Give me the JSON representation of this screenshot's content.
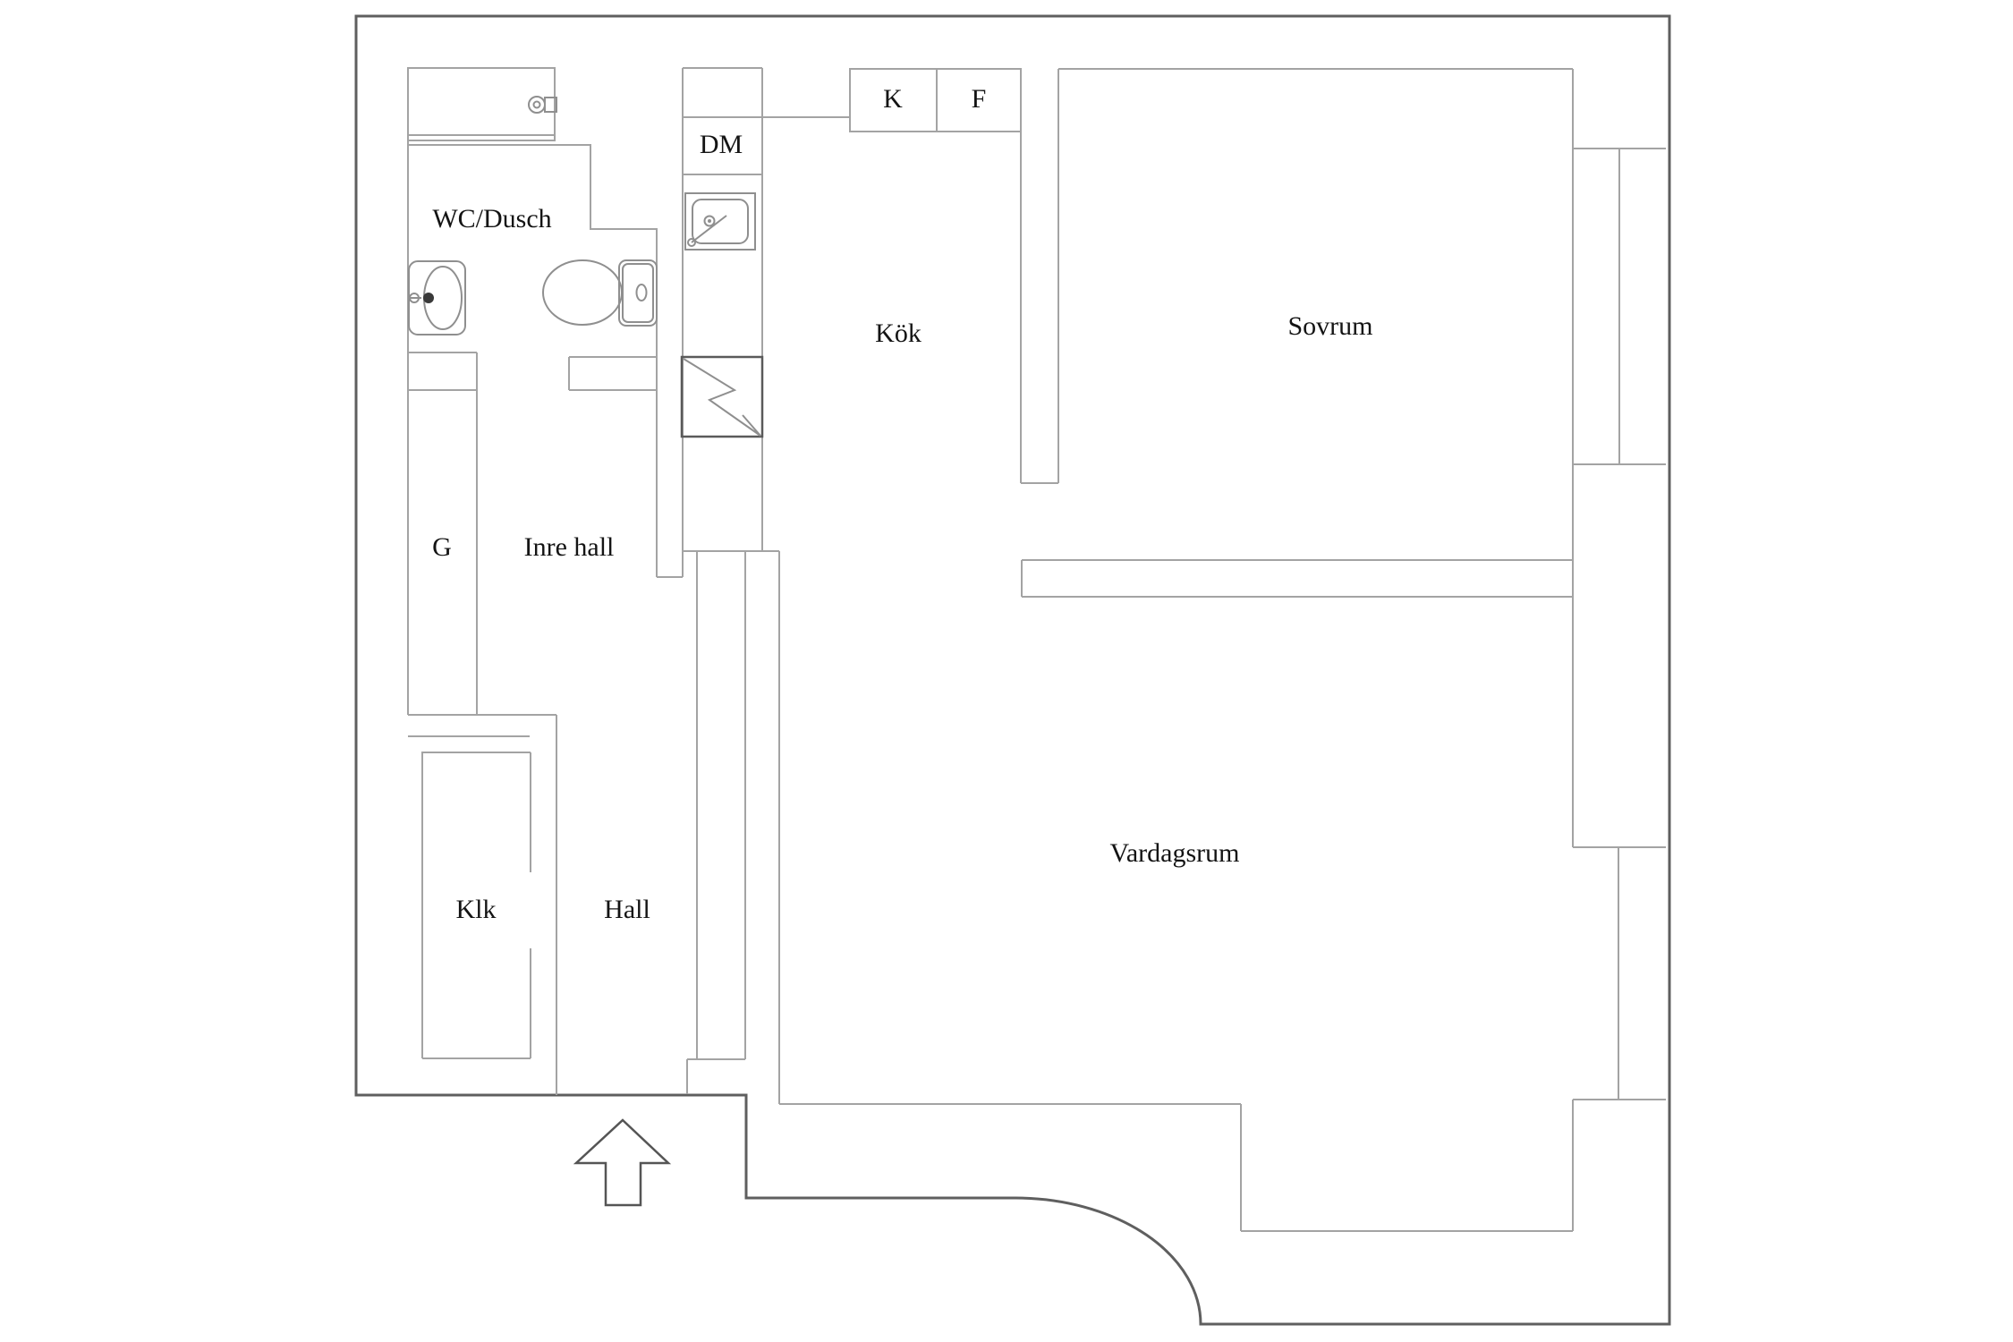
{
  "plan": {
    "kind": "apartment-floor-plan",
    "background_color": "#ffffff",
    "outer_wall_color": "#5f5f5f",
    "inner_wall_color": "#a3a3a3",
    "fixture_color": "#8f8f8f",
    "label_color": "#141414"
  },
  "rooms": [
    {
      "id": "wc-dusch",
      "label": "WC/Dusch"
    },
    {
      "id": "kok",
      "label": "Kök"
    },
    {
      "id": "sovrum",
      "label": "Sovrum"
    },
    {
      "id": "g",
      "label": "G"
    },
    {
      "id": "inre-hall",
      "label": "Inre hall"
    },
    {
      "id": "klk",
      "label": "Klk"
    },
    {
      "id": "hall",
      "label": "Hall"
    },
    {
      "id": "vardagsrum",
      "label": "Vardagsrum"
    }
  ],
  "appliances": [
    {
      "id": "dm",
      "label": "DM"
    },
    {
      "id": "kyl",
      "label": "K"
    },
    {
      "id": "frys",
      "label": "F"
    }
  ],
  "icons": [
    "shower-head-icon",
    "wash-basin-icon",
    "toilet-icon",
    "kitchen-sink-icon",
    "electrical-panel-icon",
    "entrance-arrow-icon",
    "window-bay",
    "window-bay"
  ]
}
